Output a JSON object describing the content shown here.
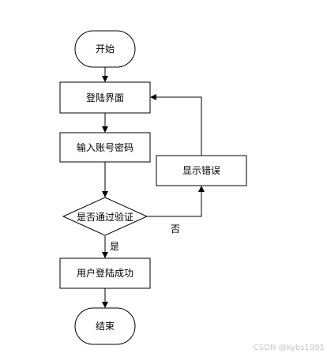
{
  "diagram": {
    "nodes": {
      "start": "开始",
      "login_screen": "登陆界面",
      "enter_credentials": "输入账号密码",
      "verify": "是否通过验证",
      "show_error": "显示错误",
      "login_success": "用户登陆成功",
      "end": "结束"
    },
    "edge_labels": {
      "yes": "是",
      "no": "否"
    }
  },
  "watermark": "CSDN @kybs1991"
}
